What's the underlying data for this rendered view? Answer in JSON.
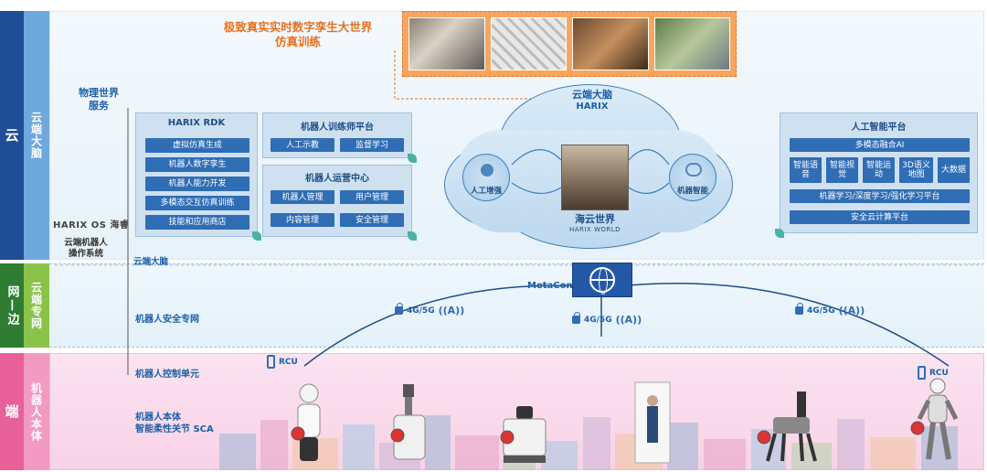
{
  "layers": {
    "cloud": {
      "main": "云",
      "sub": "云端大脑",
      "main_color": "#1f4e96",
      "sub_color": "#6fa8dc"
    },
    "edge": {
      "main": "网—边",
      "sub": "云端专网",
      "main_color": "#2e7d32",
      "sub_color": "#8bc34a"
    },
    "end": {
      "main": "端",
      "sub": "机器人本体",
      "main_color": "#e8609a",
      "sub_color": "#f29ac2"
    }
  },
  "top_title": {
    "line1": "极致真实实时数字孪生大世界",
    "line2": "仿真训练"
  },
  "physical_world": {
    "line1": "物理世界",
    "line2": "服务"
  },
  "harix_os": {
    "logo": "HARIX OS 海睿",
    "line1": "云端机器人",
    "line2": "操作系统"
  },
  "cloud_brain_label": "云端大脑",
  "rdk": {
    "title": "HARIX RDK",
    "items": [
      "虚拟仿真生成",
      "机器人数字孪生",
      "机器人能力开发",
      "多模态交互仿真训练",
      "技能和应用商店"
    ]
  },
  "trainer": {
    "title": "机器人训练师平台",
    "items": [
      "人工示教",
      "监督学习"
    ]
  },
  "ops": {
    "title": "机器人运营中心",
    "items": [
      "机器人管理",
      "用户管理",
      "内容管理",
      "安全管理"
    ]
  },
  "ai_platform": {
    "title": "人工智能平台",
    "fusion": "多模态融合AI",
    "grid": [
      "智能语音",
      "智能视觉",
      "智能运动",
      "3D语义地图",
      "大数据"
    ],
    "learning": "机器学习/深度学习/强化学习平台",
    "security": "安全云计算平台"
  },
  "cloud_brain": {
    "title": "云端大脑",
    "subtitle": "HARIX",
    "left_node": "人工增强",
    "right_node": "机器智能",
    "center_title": "海云世界",
    "center_sub": "HARIX WORLD"
  },
  "network": {
    "metacon": "MetaCon",
    "safe_net": "机器人安全专网",
    "links": [
      "4G/5G",
      "4G/5G",
      "4G/5G"
    ]
  },
  "end_side": {
    "control_unit": "机器人控制单元",
    "rcu_left": "RCU",
    "rcu_right": "RCU",
    "body_line1": "机器人本体",
    "body_line2": "智能柔性关节 SCA"
  }
}
